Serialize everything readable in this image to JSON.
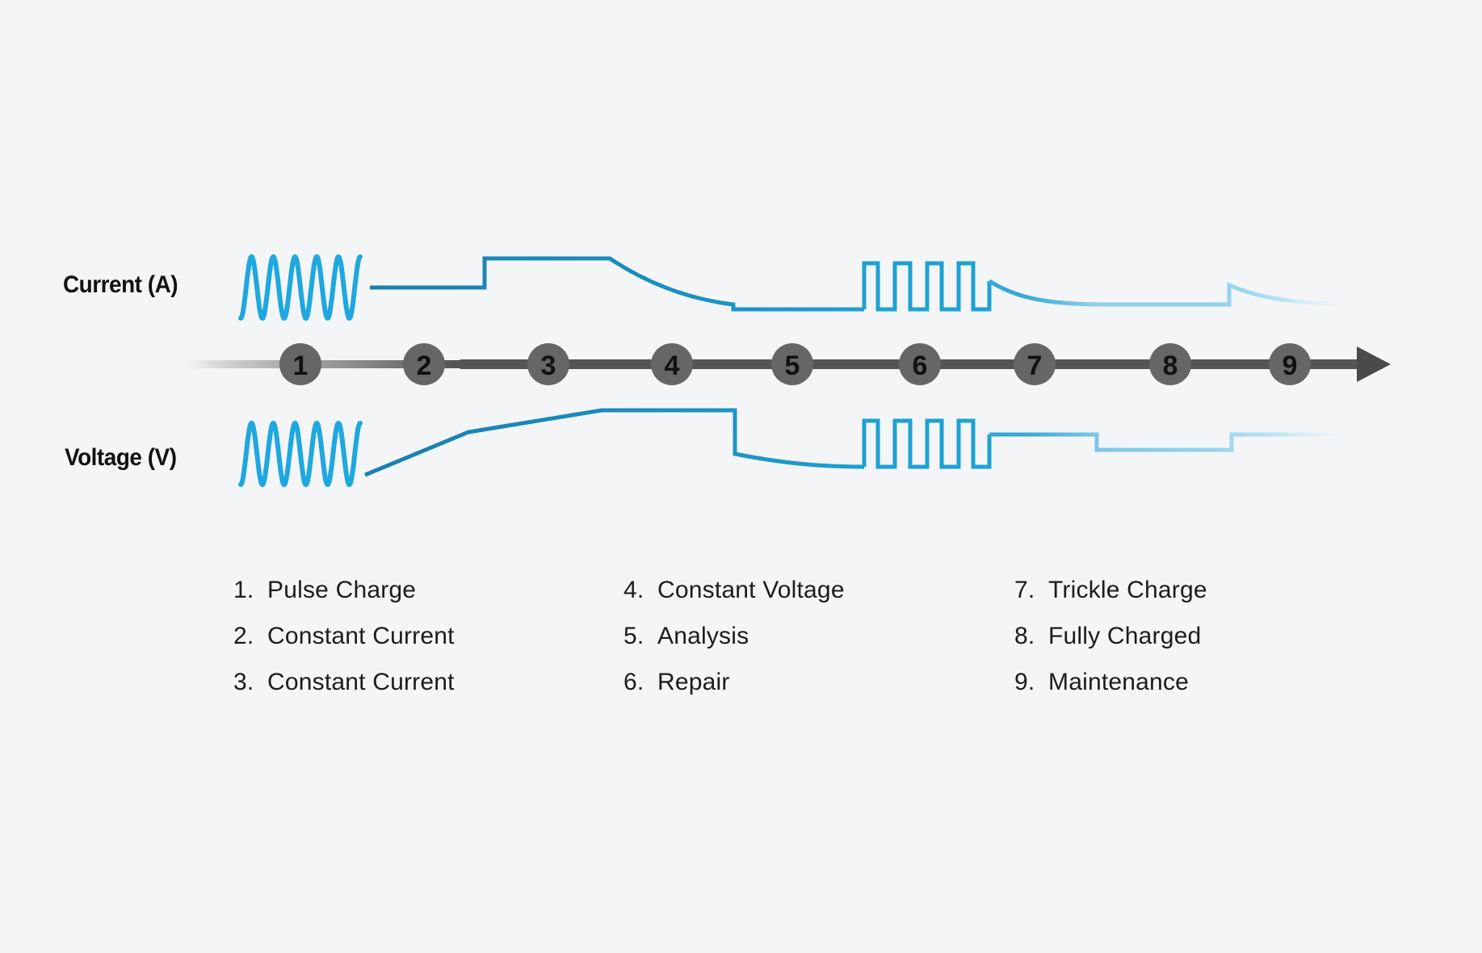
{
  "diagram": {
    "title": "Battery charging stages",
    "rows": {
      "current_label": "Current (A)",
      "voltage_label": "Voltage (V)"
    },
    "colors": {
      "background": "#f4f5f7",
      "pulse": "#1ea8df",
      "line_dark": "#1a7fae",
      "line_mid": "#1ea1d2",
      "line_light": "#8fd0ee",
      "axis": "#555555",
      "step_circle": "#666666",
      "step_text": "#111111"
    },
    "steps": [
      {
        "number": "1",
        "name": "Pulse Charge"
      },
      {
        "number": "2",
        "name": "Constant Current"
      },
      {
        "number": "3",
        "name": "Constant Current"
      },
      {
        "number": "4",
        "name": "Constant Voltage"
      },
      {
        "number": "5",
        "name": "Analysis"
      },
      {
        "number": "6",
        "name": "Repair"
      },
      {
        "number": "7",
        "name": "Trickle Charge"
      },
      {
        "number": "8",
        "name": "Fully Charged"
      },
      {
        "number": "9",
        "name": "Maintenance"
      }
    ],
    "legend": [
      {
        "num": "1.",
        "text": "Pulse Charge"
      },
      {
        "num": "2.",
        "text": "Constant Current"
      },
      {
        "num": "3.",
        "text": "Constant Current"
      },
      {
        "num": "4.",
        "text": "Constant Voltage"
      },
      {
        "num": "5.",
        "text": "Analysis"
      },
      {
        "num": "6.",
        "text": "Repair"
      },
      {
        "num": "7.",
        "text": "Trickle Charge"
      },
      {
        "num": "8.",
        "text": "Fully Charged"
      },
      {
        "num": "9.",
        "text": "Maintenance"
      }
    ]
  }
}
